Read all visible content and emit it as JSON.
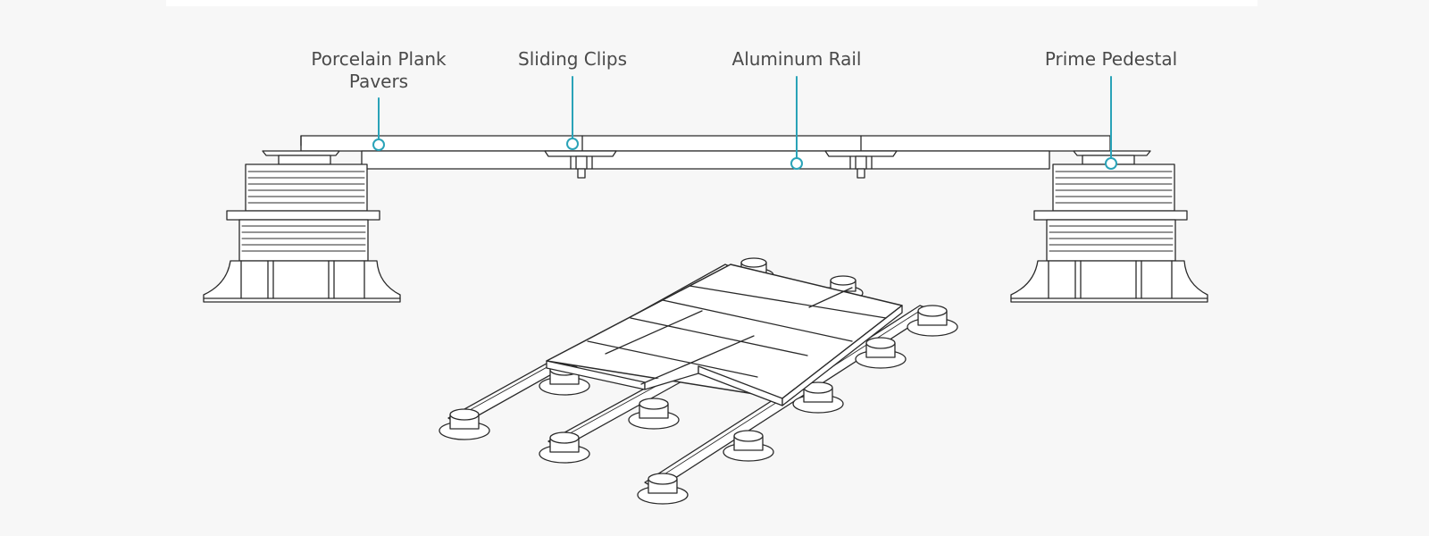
{
  "labels": {
    "porcelain": {
      "line1": "Porcelain Plank",
      "line2": "Pavers"
    },
    "clips": "Sliding Clips",
    "rail": "Aluminum Rail",
    "pedestal": "Prime Pedestal"
  },
  "colors": {
    "background": "#f7f7f7",
    "line_art": "#2a2a2a",
    "callout_accent": "#2aa3b8",
    "text": "#4a4a4a"
  }
}
